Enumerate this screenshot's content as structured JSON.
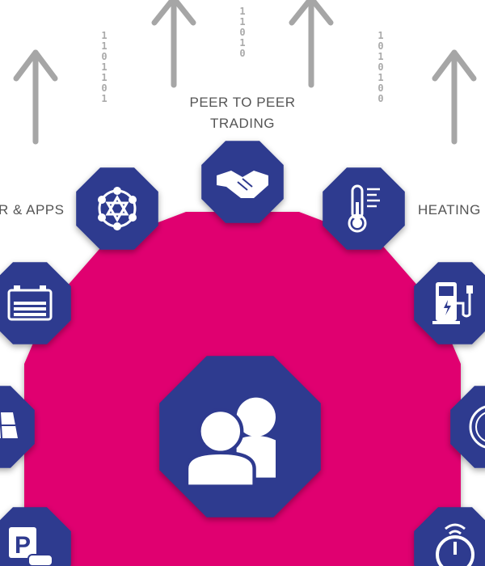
{
  "labels": {
    "peer_to_peer": [
      "PEER TO PEER",
      "TRADING"
    ],
    "power_apps": "R & APPS",
    "heating": "HEATING"
  },
  "binary": {
    "left": "1101101",
    "middle": "11010",
    "right": "1010100"
  },
  "icons": [
    "network-hub-icon",
    "handshake-icon",
    "thermometer-icon",
    "battery-icon",
    "ev-charger-icon",
    "solar-panel-icon",
    "co2-neutral-icon",
    "parking-car-icon",
    "smart-meter-icon",
    "community-users-icon"
  ],
  "colors": {
    "pink": "#e0006f",
    "navy": "#2e3a8f",
    "arrow": "#a6a6a6",
    "text": "#555555"
  }
}
